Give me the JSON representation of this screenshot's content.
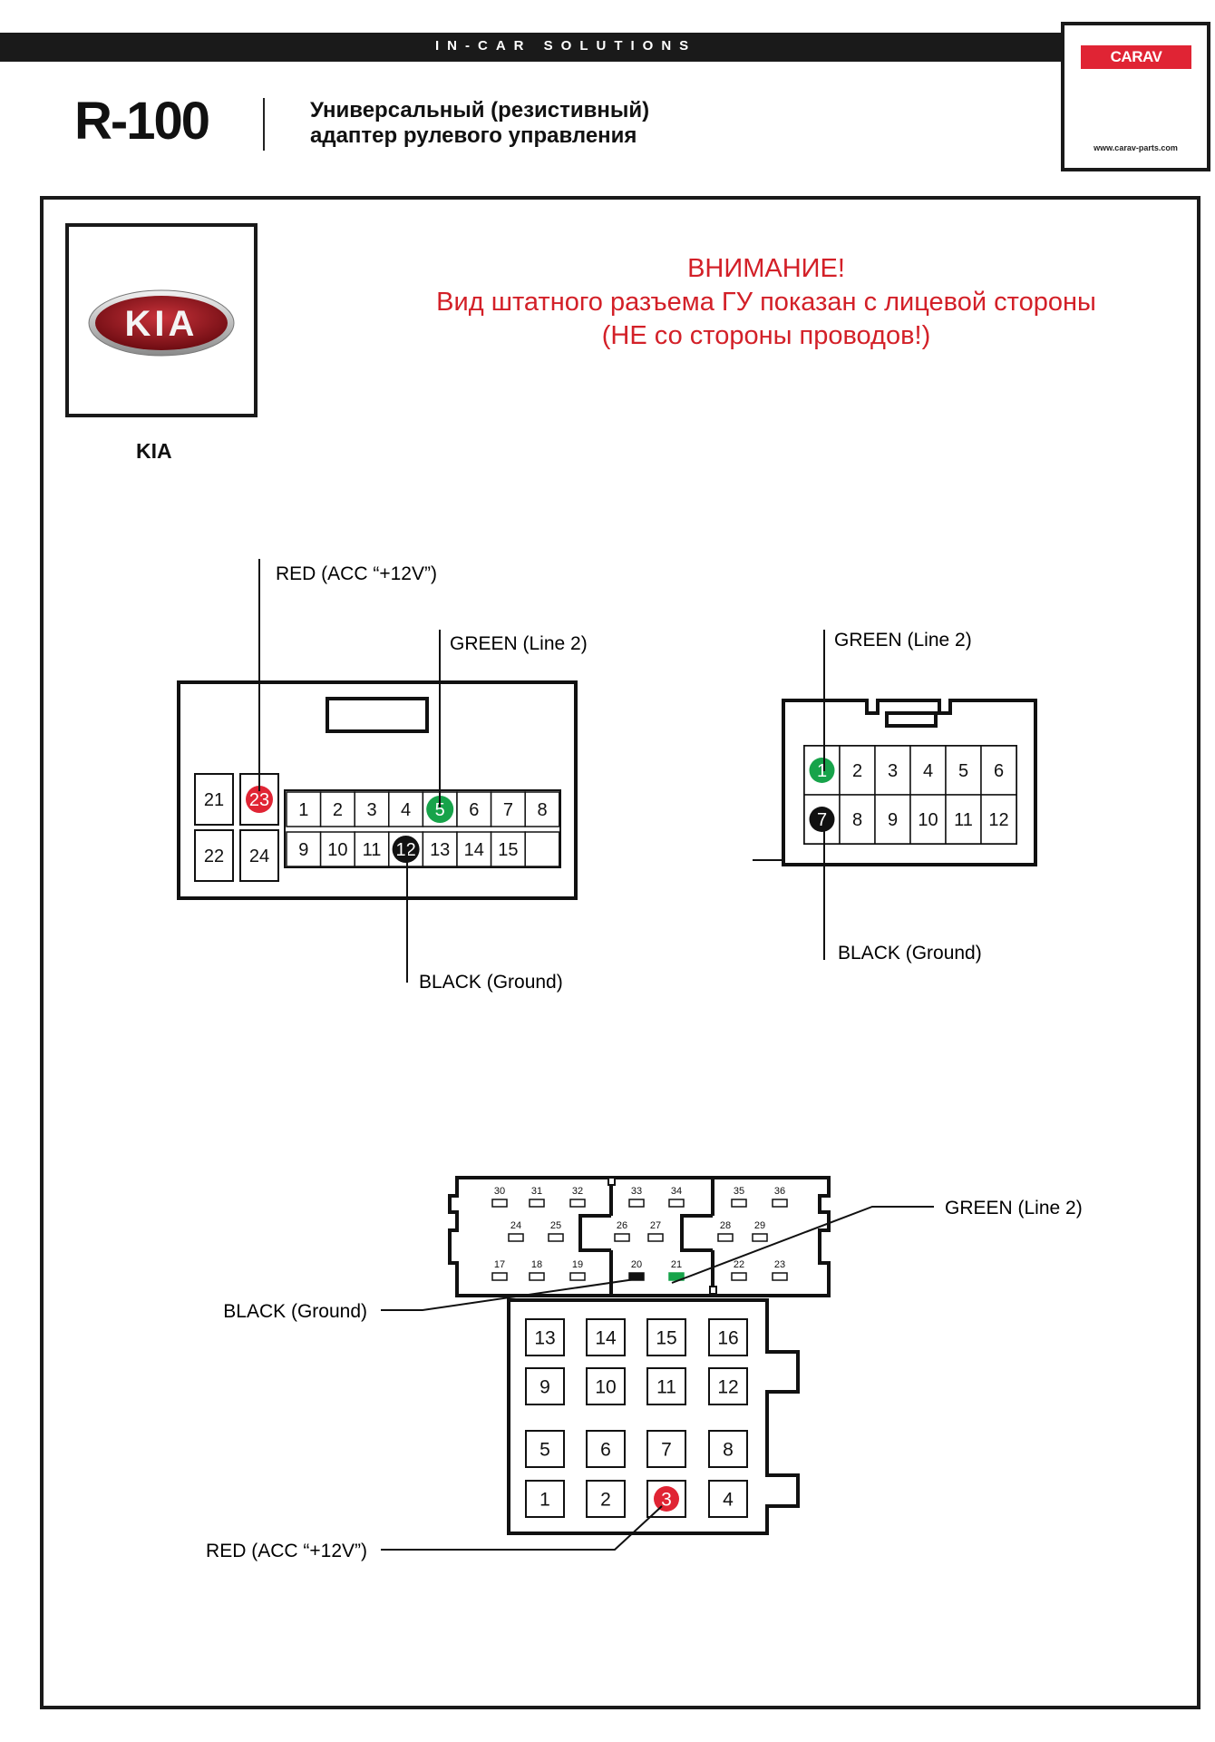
{
  "header": {
    "tagline": "IN-CAR SOLUTIONS",
    "model": "R-100",
    "subtitle_line1": "Универсальный (резистивный)",
    "subtitle_line2": "адаптер рулевого управления"
  },
  "logo": {
    "brand": "CARAV",
    "url": "www.carav-parts.com"
  },
  "brand": {
    "name": "KIA",
    "logo_text": "KIA"
  },
  "warning": {
    "line1": "ВНИМАНИЕ!",
    "line2": "Вид штатного разъема ГУ показан с лицевой стороны",
    "line3": "(НЕ со стороны проводов!)"
  },
  "colors": {
    "red": "#e02434",
    "green": "#17a34a",
    "black": "#111111",
    "warning": "#d32028"
  },
  "connector_24pin": {
    "labels": {
      "red": "RED (ACC “+12V”)",
      "green": "GREEN (Line 2)",
      "black": "BLACK (Ground)"
    },
    "pins_top": [
      "1",
      "2",
      "3",
      "4",
      "5",
      "6",
      "7",
      "8"
    ],
    "pins_bottom": [
      "9",
      "10",
      "11",
      "12",
      "13",
      "14",
      "15",
      ""
    ],
    "pins_side": [
      "21",
      "23",
      "22",
      "24"
    ],
    "highlighted": {
      "red": "23",
      "green": "5",
      "black": "12"
    }
  },
  "connector_12pin": {
    "labels": {
      "green": "GREEN (Line 2)",
      "black": "BLACK (Ground)"
    },
    "pins_top": [
      "1",
      "2",
      "3",
      "4",
      "5",
      "6"
    ],
    "pins_bottom": [
      "7",
      "8",
      "9",
      "10",
      "11",
      "12"
    ],
    "highlighted": {
      "green": "1",
      "black": "7"
    }
  },
  "connector_36pin": {
    "labels": {
      "green": "GREEN (Line 2)",
      "black": "BLACK (Ground)",
      "red": "RED (ACC “+12V”)"
    },
    "upper_row1": [
      "30",
      "31",
      "32",
      "33",
      "34",
      "35",
      "36"
    ],
    "upper_row2": [
      "24",
      "25",
      "26",
      "27",
      "28",
      "29"
    ],
    "upper_row3": [
      "17",
      "18",
      "19",
      "20",
      "21",
      "22",
      "23"
    ],
    "lower_grid": [
      [
        "13",
        "14",
        "15",
        "16"
      ],
      [
        "9",
        "10",
        "11",
        "12"
      ],
      [
        "5",
        "6",
        "7",
        "8"
      ],
      [
        "1",
        "2",
        "3",
        "4"
      ]
    ],
    "highlighted": {
      "green": "21",
      "black": "20",
      "red": "3"
    }
  }
}
